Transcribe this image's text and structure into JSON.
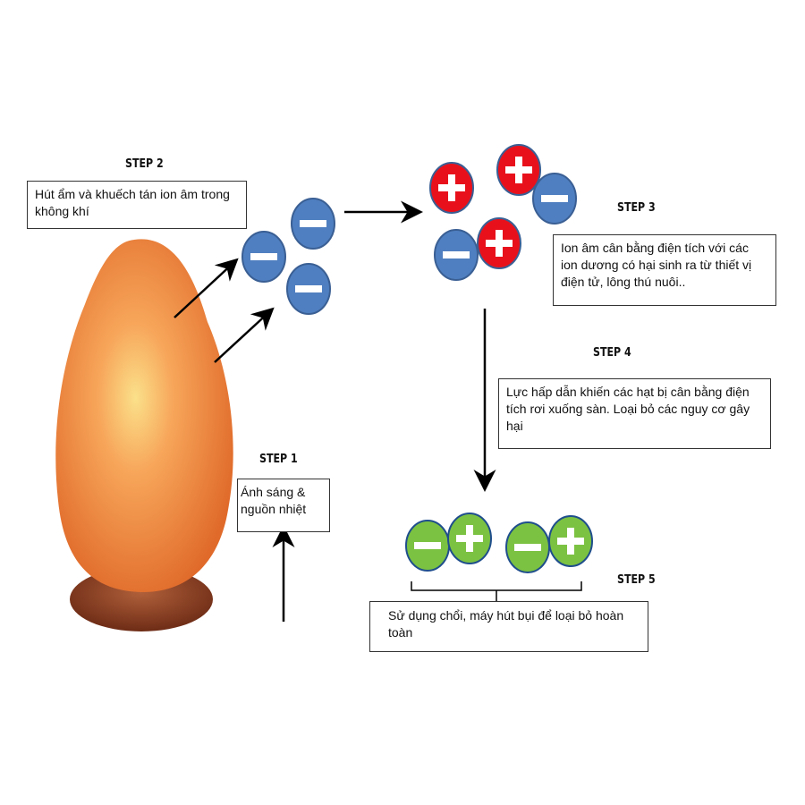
{
  "steps": [
    {
      "label": "STEP 1",
      "text": "Ánh sáng & nguồn nhiệt"
    },
    {
      "label": "STEP 2",
      "text": "Hút ẩm và khuếch tán ion âm trong không khí"
    },
    {
      "label": "STEP 3",
      "text": "Ion âm cân bằng điện tích với các ion dương có hại sinh ra từ thiết vị điện tử, lông thú nuôi.."
    },
    {
      "label": "STEP 4",
      "text": "Lực hấp dẫn khiến các hạt bị cân bằng điện tích rơi xuống sàn. Loại bỏ các nguy cơ gây hại"
    },
    {
      "label": "STEP 5",
      "text": "Sử dụng chổi, máy hút bụi để loại bỏ hoàn toàn"
    }
  ],
  "colors": {
    "negative": "#4f7fc0",
    "positive": "#e8111b",
    "neutral": "#7cc242",
    "lamp": "#f28a3a",
    "base": "#8a3f22"
  }
}
